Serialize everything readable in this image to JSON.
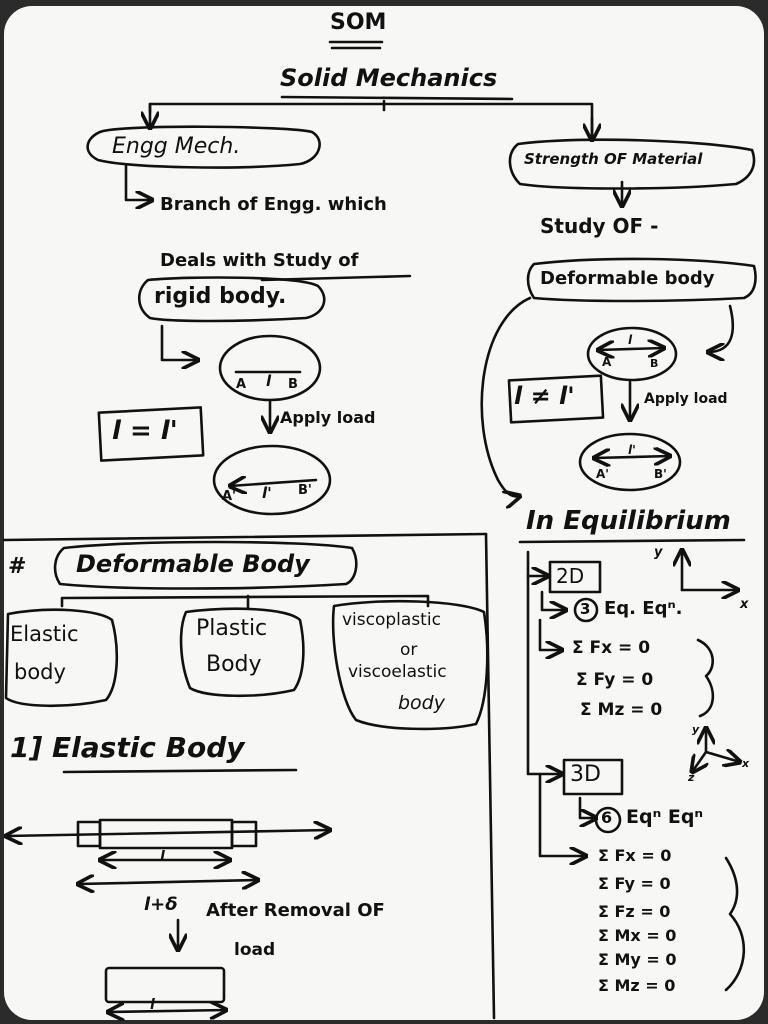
{
  "title": "SOM",
  "subtitle": "Solid Mechanics",
  "left_branch": {
    "box": "Engg Mech.",
    "desc_line1": "Branch of Engg. which",
    "desc_line2": "Deals with Study of",
    "box2": "rigid body.",
    "fig": {
      "a": "A",
      "l": "l",
      "b": "B",
      "a2": "A'",
      "l2": "l'",
      "b2": "B'"
    },
    "equation": "l = l'",
    "apply_load": "Apply load"
  },
  "right_branch": {
    "box": "Strength OF Material",
    "study": "Study OF -",
    "box2": "Deformable body",
    "fig": {
      "l": "l",
      "a": "A",
      "b": "B",
      "l2": "l'",
      "a2": "A'",
      "b2": "B'"
    },
    "inequality": "l ≠ l'",
    "apply_load": "Apply load"
  },
  "deformable_section": {
    "hash": "#",
    "heading": "Deformable Body",
    "types": [
      {
        "line1": "Elastic",
        "line2": "body"
      },
      {
        "line1": "Plastic",
        "line2": "Body"
      },
      {
        "line1": "viscoplastic",
        "line2": "or",
        "line3": "viscoelastic",
        "line4": "body"
      }
    ]
  },
  "elastic_section": {
    "heading": "1] Elastic Body",
    "l": "l",
    "l_plus_delta": "l+δ",
    "after_line1": "After Removal OF",
    "after_line2": "load",
    "l_bottom": "l"
  },
  "equilibrium": {
    "heading": "In Equilibrium",
    "axis_y": "y",
    "axis_x": "x",
    "axis_z": "z",
    "twod": {
      "label": "2D",
      "count": "3",
      "eq_label": "Eq. Eqⁿ.",
      "equations": [
        "Σ Fx = 0",
        "Σ Fy = 0",
        "Σ Mz = 0"
      ]
    },
    "threed": {
      "label": "3D",
      "count": "6",
      "eq_label": "Eqⁿ Eqⁿ",
      "equations": [
        "Σ Fx = 0",
        "Σ Fy = 0",
        "Σ Fz = 0",
        "Σ Mx = 0",
        "Σ My = 0",
        "Σ Mz = 0"
      ]
    }
  }
}
